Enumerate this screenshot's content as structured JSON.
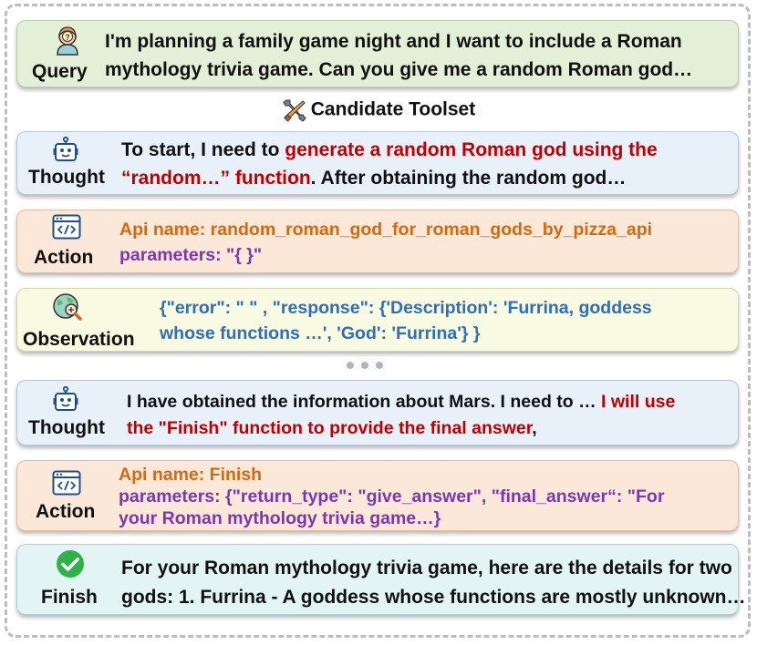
{
  "query": {
    "label": "Query",
    "line1": "I'm planning a family game night and I want to include a Roman",
    "line2": "mythology trivia game. Can you give me a random Roman god…"
  },
  "toolset": {
    "label": "Candidate Toolset"
  },
  "thought1": {
    "label": "Thought",
    "l1_a": "To start, I need to ",
    "l1_b": "generate a random Roman god using the",
    "l2_a": "“random…” function",
    "l2_b": ". After obtaining the random god…"
  },
  "action1": {
    "label": "Action",
    "api": "Api name: random_roman_god_for_roman_gods_by_pizza_api",
    "params": "parameters:  \"{ }\""
  },
  "observation": {
    "label": "Observation",
    "line1": "{\"error\": \" \" , \"response\": {'Description': 'Furrina, goddess",
    "line2": "whose functions …', 'God': 'Furrina'} }"
  },
  "thought2": {
    "label": "Thought",
    "l1_a": "I have obtained the information about Mars. I need to … ",
    "l1_b": "I will use",
    "l2_a": "the \"Finish\" function to provide the final answer",
    "l2_b": ","
  },
  "action2": {
    "label": "Action",
    "api": "Api name: Finish",
    "params1": "parameters: {\"return_type\": \"give_answer\", \"final_answer“: \"For",
    "params2": "your Roman mythology trivia game…}"
  },
  "finish": {
    "label": "Finish",
    "line1": "For your Roman mythology trivia game, here are the details for two",
    "line2": "gods: 1. Furrina - A goddess whose functions are mostly unknown…"
  },
  "colors": {
    "red": "#c00000",
    "orange": "#d46a10",
    "purple": "#7a37b4",
    "blue": "#2f6eb8",
    "finish_green": "#2fb24a"
  }
}
